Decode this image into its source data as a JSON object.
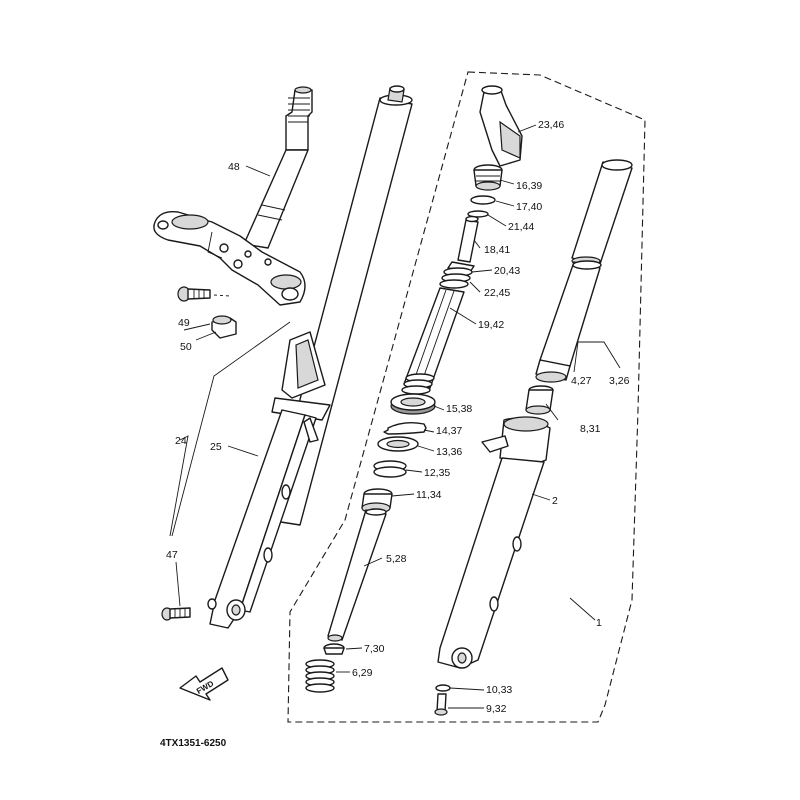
{
  "diagram": {
    "code": "4TX1351-6250",
    "fwd_label": "FWD",
    "labels": {
      "p23_46": "23,46",
      "p16_39": "16,39",
      "p17_40": "17,40",
      "p21_44": "21,44",
      "p18_41": "18,41",
      "p20_43": "20,43",
      "p22_45": "22,45",
      "p19_42": "19,42",
      "p15_38": "15,38",
      "p14_37": "14,37",
      "p13_36": "13,36",
      "p12_35": "12,35",
      "p11_34": "11,34",
      "p5_28": "5,28",
      "p7_30": "7,30",
      "p6_29": "6,29",
      "p10_33": "10,33",
      "p9_32": "9,32",
      "p4_27": "4,27",
      "p3_26": "3,26",
      "p8_31": "8,31",
      "p2": "2",
      "p1": "1",
      "p48": "48",
      "p49": "49",
      "p50": "50",
      "p24": "24",
      "p25": "25",
      "p47": "47"
    }
  }
}
